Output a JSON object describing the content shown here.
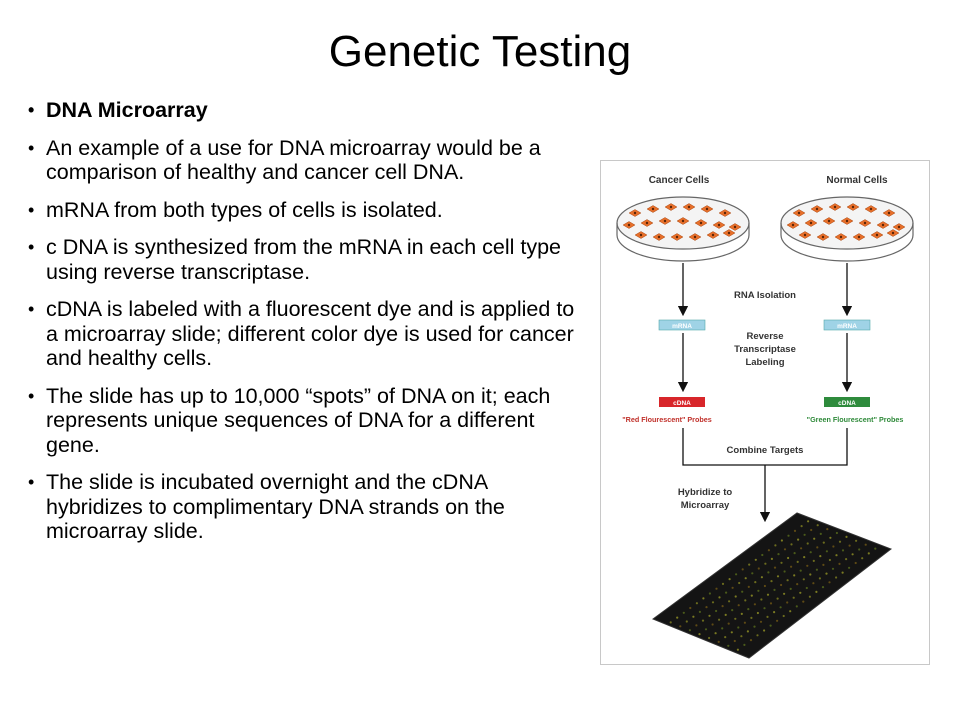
{
  "slide": {
    "title": "Genetic Testing",
    "bullets": [
      {
        "text": "DNA Microarray",
        "bold": true
      },
      {
        "text": "An example of a use for DNA microarray would be a comparison of healthy and cancer cell DNA.",
        "bold": false
      },
      {
        "text": " mRNA from both types of cells is isolated.",
        "bold": false
      },
      {
        "text": "c DNA is synthesized  from the mRNA in each cell type using reverse transcriptase.",
        "bold": false
      },
      {
        "text": "cDNA  is labeled with a  fluorescent dye and is applied to a microarray slide; different color dye is used for cancer and healthy cells.",
        "bold": false
      },
      {
        "text": "The slide has up to 10,000 “spots”  of DNA on it; each represents unique sequences  of DNA for a different gene.",
        "bold": false
      },
      {
        "text": "The slide is incubated overnight and the cDNA hybridizes to complimentary DNA strands on the microarray slide.",
        "bold": false
      }
    ],
    "bullet_glyph": "•"
  },
  "diagram": {
    "cancer_label": "Cancer Cells",
    "normal_label": "Normal Cells",
    "rna_isolation": "RNA Isolation",
    "mrna_left": "mRNA",
    "mrna_right": "mRNA",
    "rt_line1": "Reverse",
    "rt_line2": "Transcriptase",
    "rt_line3": "Labeling",
    "cdna_left": "cDNA",
    "cdna_right": "cDNA",
    "red_probes": "\"Red Flourescent\" Probes",
    "green_probes": "\"Green Flourescent\" Probes",
    "combine": "Combine Targets",
    "hyb_line1": "Hybridize to",
    "hyb_line2": "Microarray",
    "colors": {
      "cell_orange": "#e8702a",
      "mrna_blue": "#9fd3e6",
      "cdna_red": "#d8262a",
      "cdna_green": "#2e8b3c",
      "probe_red": "#c0302a",
      "probe_green": "#2f8a3a",
      "slide": "#141414"
    }
  }
}
